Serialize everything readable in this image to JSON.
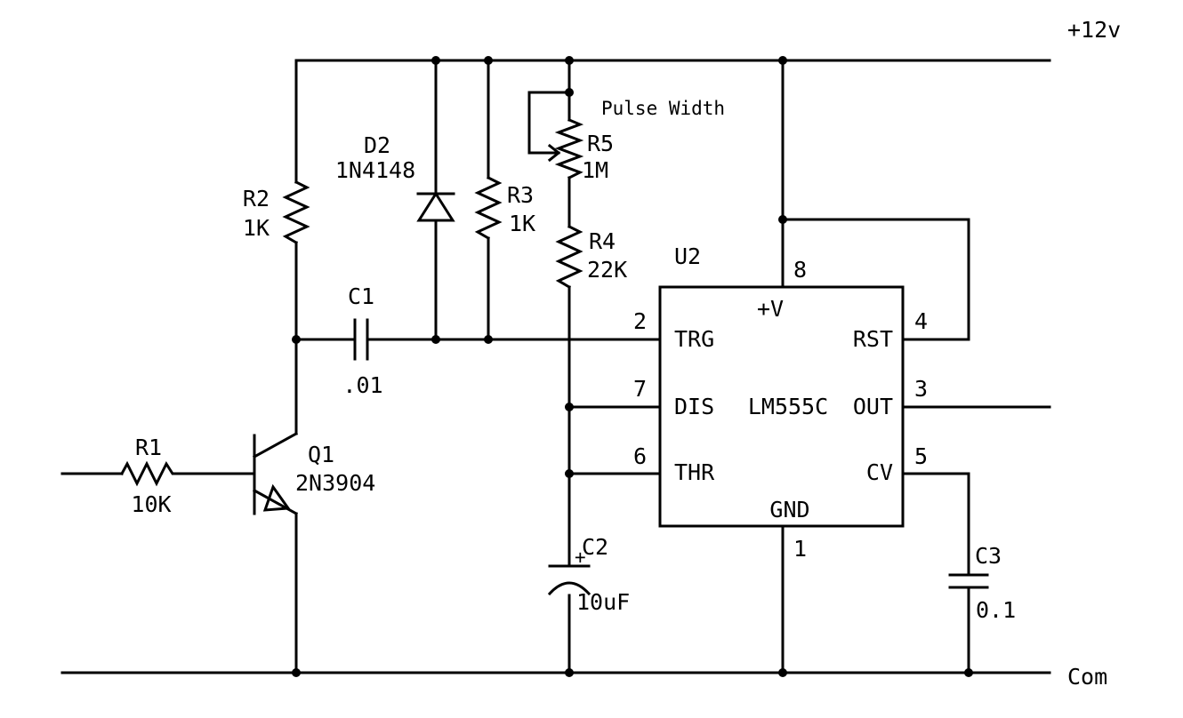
{
  "power": {
    "rail_label": "+12v",
    "ground_label": "Com"
  },
  "annotation": {
    "pot_function": "Pulse Width"
  },
  "components": {
    "R1": {
      "ref": "R1",
      "value": "10K"
    },
    "R2": {
      "ref": "R2",
      "value": "1K"
    },
    "R3": {
      "ref": "R3",
      "value": "1K"
    },
    "R4": {
      "ref": "R4",
      "value": "22K"
    },
    "R5": {
      "ref": "R5",
      "value": "1M"
    },
    "C1": {
      "ref": "C1",
      "value": ".01"
    },
    "C2": {
      "ref": "C2",
      "value": "10uF",
      "polarity": "+"
    },
    "C3": {
      "ref": "C3",
      "value": "0.1"
    },
    "D2": {
      "ref": "D2",
      "value": "1N4148"
    },
    "Q1": {
      "ref": "Q1",
      "value": "2N3904"
    },
    "U2": {
      "ref": "U2",
      "part": "LM555C",
      "pins": {
        "vcc": {
          "num": "8",
          "name": "+V"
        },
        "trg": {
          "num": "2",
          "name": "TRG"
        },
        "dis": {
          "num": "7",
          "name": "DIS"
        },
        "thr": {
          "num": "6",
          "name": "THR"
        },
        "rst": {
          "num": "4",
          "name": "RST"
        },
        "out": {
          "num": "3",
          "name": "OUT"
        },
        "cv": {
          "num": "5",
          "name": "CV"
        },
        "gnd": {
          "num": "1",
          "name": "GND"
        }
      }
    }
  }
}
